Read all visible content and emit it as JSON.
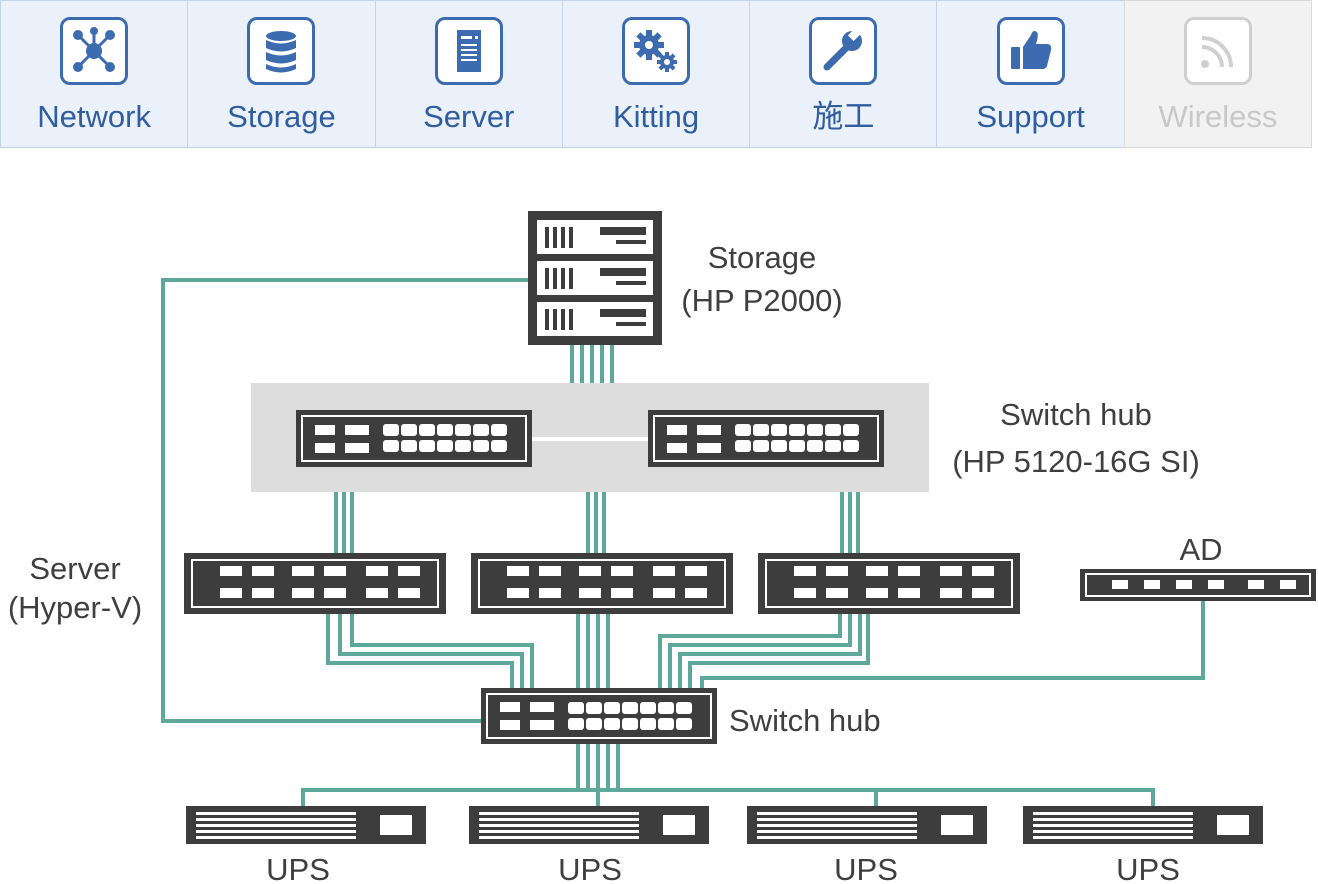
{
  "nav": {
    "items": [
      {
        "label": "Network",
        "enabled": true
      },
      {
        "label": "Storage",
        "enabled": true
      },
      {
        "label": "Server",
        "enabled": true
      },
      {
        "label": "Kitting",
        "enabled": true
      },
      {
        "label": "施工",
        "enabled": true
      },
      {
        "label": "Support",
        "enabled": true
      },
      {
        "label": "Wireless",
        "enabled": false
      }
    ]
  },
  "diagram": {
    "storage": {
      "name": "Storage",
      "model": "(HP P2000)"
    },
    "core_switch": {
      "name": "Switch hub",
      "model": "(HP 5120-16G SI)"
    },
    "server": {
      "name": "Server",
      "model": "(Hyper-V)"
    },
    "ad": {
      "name": "AD"
    },
    "access_switch": {
      "name": "Switch hub"
    },
    "ups": [
      "UPS",
      "UPS",
      "UPS",
      "UPS"
    ]
  },
  "colors": {
    "accent": "#3d6bb0",
    "line": "#5ea89b",
    "device": "#3d3d3d",
    "switch_group_bg": "#dddddd",
    "disabled": "#c8c8c8"
  }
}
